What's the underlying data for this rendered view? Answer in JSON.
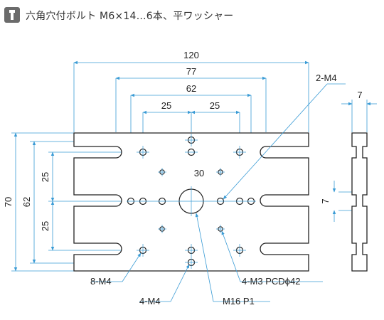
{
  "header": {
    "icon": "bolt-icon",
    "title": "六角穴付ボルト M6×14…6本、平ワッシャー"
  },
  "dimensions": {
    "width_overall": "120",
    "width_77": "77",
    "width_62": "62",
    "pitch_left_25": "25",
    "pitch_right_25": "25",
    "center_30": "30",
    "height_overall": "70",
    "height_62": "62",
    "vertical_upper_25": "25",
    "vertical_lower_25": "25",
    "side_thickness": "7",
    "side_slot": "7"
  },
  "callouts": {
    "tapped_2m4": "2-M4",
    "tapped_8m4": "8-M4",
    "tapped_4m4": "4-M4",
    "tapped_4m3": "4-M3 PCDϕ42",
    "center_m16": "M16 P1"
  },
  "colors": {
    "dimension_line": "#3a9bd5",
    "outline": "#222222",
    "plate_fill": "#ffffff"
  }
}
